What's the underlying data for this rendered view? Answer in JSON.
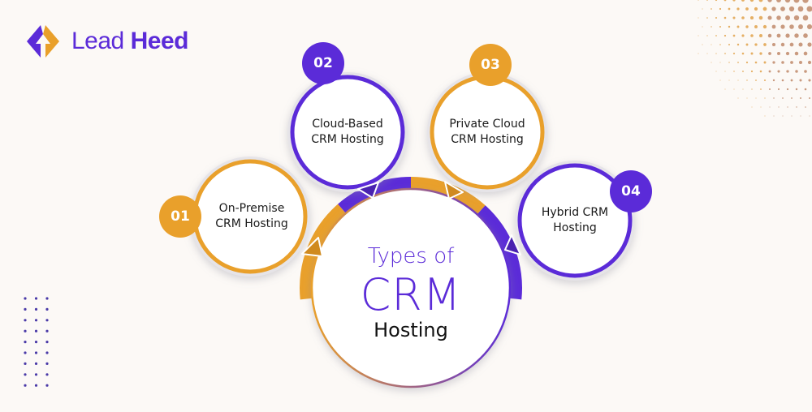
{
  "brand": {
    "name_light": "Lead",
    "name_bold": "Heed",
    "logo_icon": "up-arrow-diamond-icon"
  },
  "colors": {
    "purple": "#5b2bd8",
    "orange": "#e9a02b",
    "background": "#fcf9f6"
  },
  "center": {
    "line1": "Types of",
    "line2": "CRM",
    "line3": "Hosting"
  },
  "nodes": [
    {
      "number": "01",
      "label_line1": "On-Premise",
      "label_line2": "CRM Hosting",
      "color": "orange"
    },
    {
      "number": "02",
      "label_line1": "Cloud-Based",
      "label_line2": "CRM Hosting",
      "color": "purple"
    },
    {
      "number": "03",
      "label_line1": "Private Cloud",
      "label_line2": "CRM Hosting",
      "color": "orange"
    },
    {
      "number": "04",
      "label_line1": "Hybrid CRM",
      "label_line2": "Hosting",
      "color": "purple"
    }
  ]
}
